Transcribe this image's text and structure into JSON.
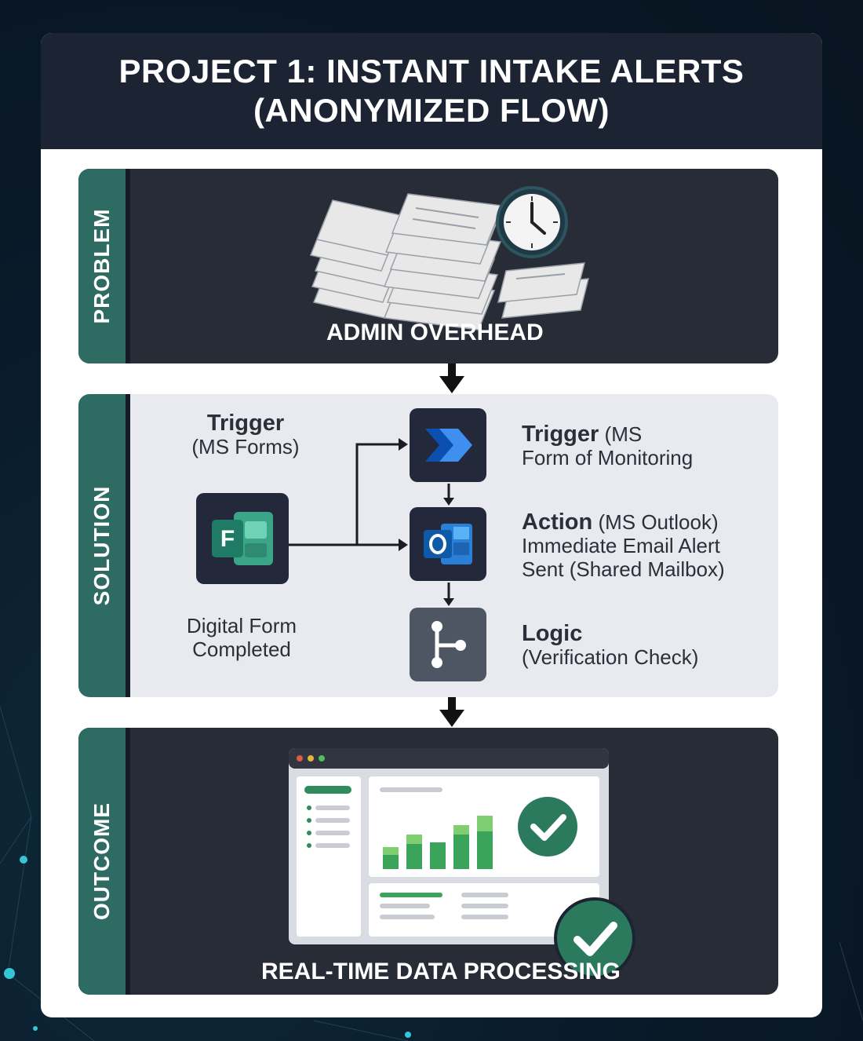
{
  "title": {
    "line1": "PROJECT 1: INSTANT INTAKE ALERTS",
    "line2": "(ANONYMIZED FLOW)"
  },
  "problem": {
    "side_label": "PROBLEM",
    "caption": "ADMIN OVERHEAD",
    "icons": [
      "paper-stack-icon",
      "clock-icon"
    ]
  },
  "solution": {
    "side_label": "SOLUTION",
    "trigger_source": {
      "title": "Trigger",
      "subtitle": "(MS Forms)"
    },
    "form_caption": {
      "line1": "Digital Form",
      "line2": "Completed"
    },
    "steps": [
      {
        "title": "Trigger",
        "detail_inline": "(MS",
        "detail": "Form of Monitoring",
        "icon": "power-automate-icon"
      },
      {
        "title": "Action",
        "detail_inline": "(MS Outlook)",
        "detail": "Immediate Email Alert",
        "detail2": "Sent (Shared Mailbox)",
        "icon": "outlook-icon"
      },
      {
        "title": "Logic",
        "detail": "(Verification Check)",
        "icon": "branch-logic-icon"
      }
    ]
  },
  "outcome": {
    "side_label": "OUTCOME",
    "caption": "REAL-TIME DATA PROCESSING",
    "icons": [
      "dashboard-window-icon",
      "check-badge-icon"
    ]
  },
  "colors": {
    "header_bg": "#1c2433",
    "side_bar": "#2d6b63",
    "dark_panel": "#272c37",
    "light_panel": "#e9eaef",
    "accent_green": "#3aa55a"
  }
}
